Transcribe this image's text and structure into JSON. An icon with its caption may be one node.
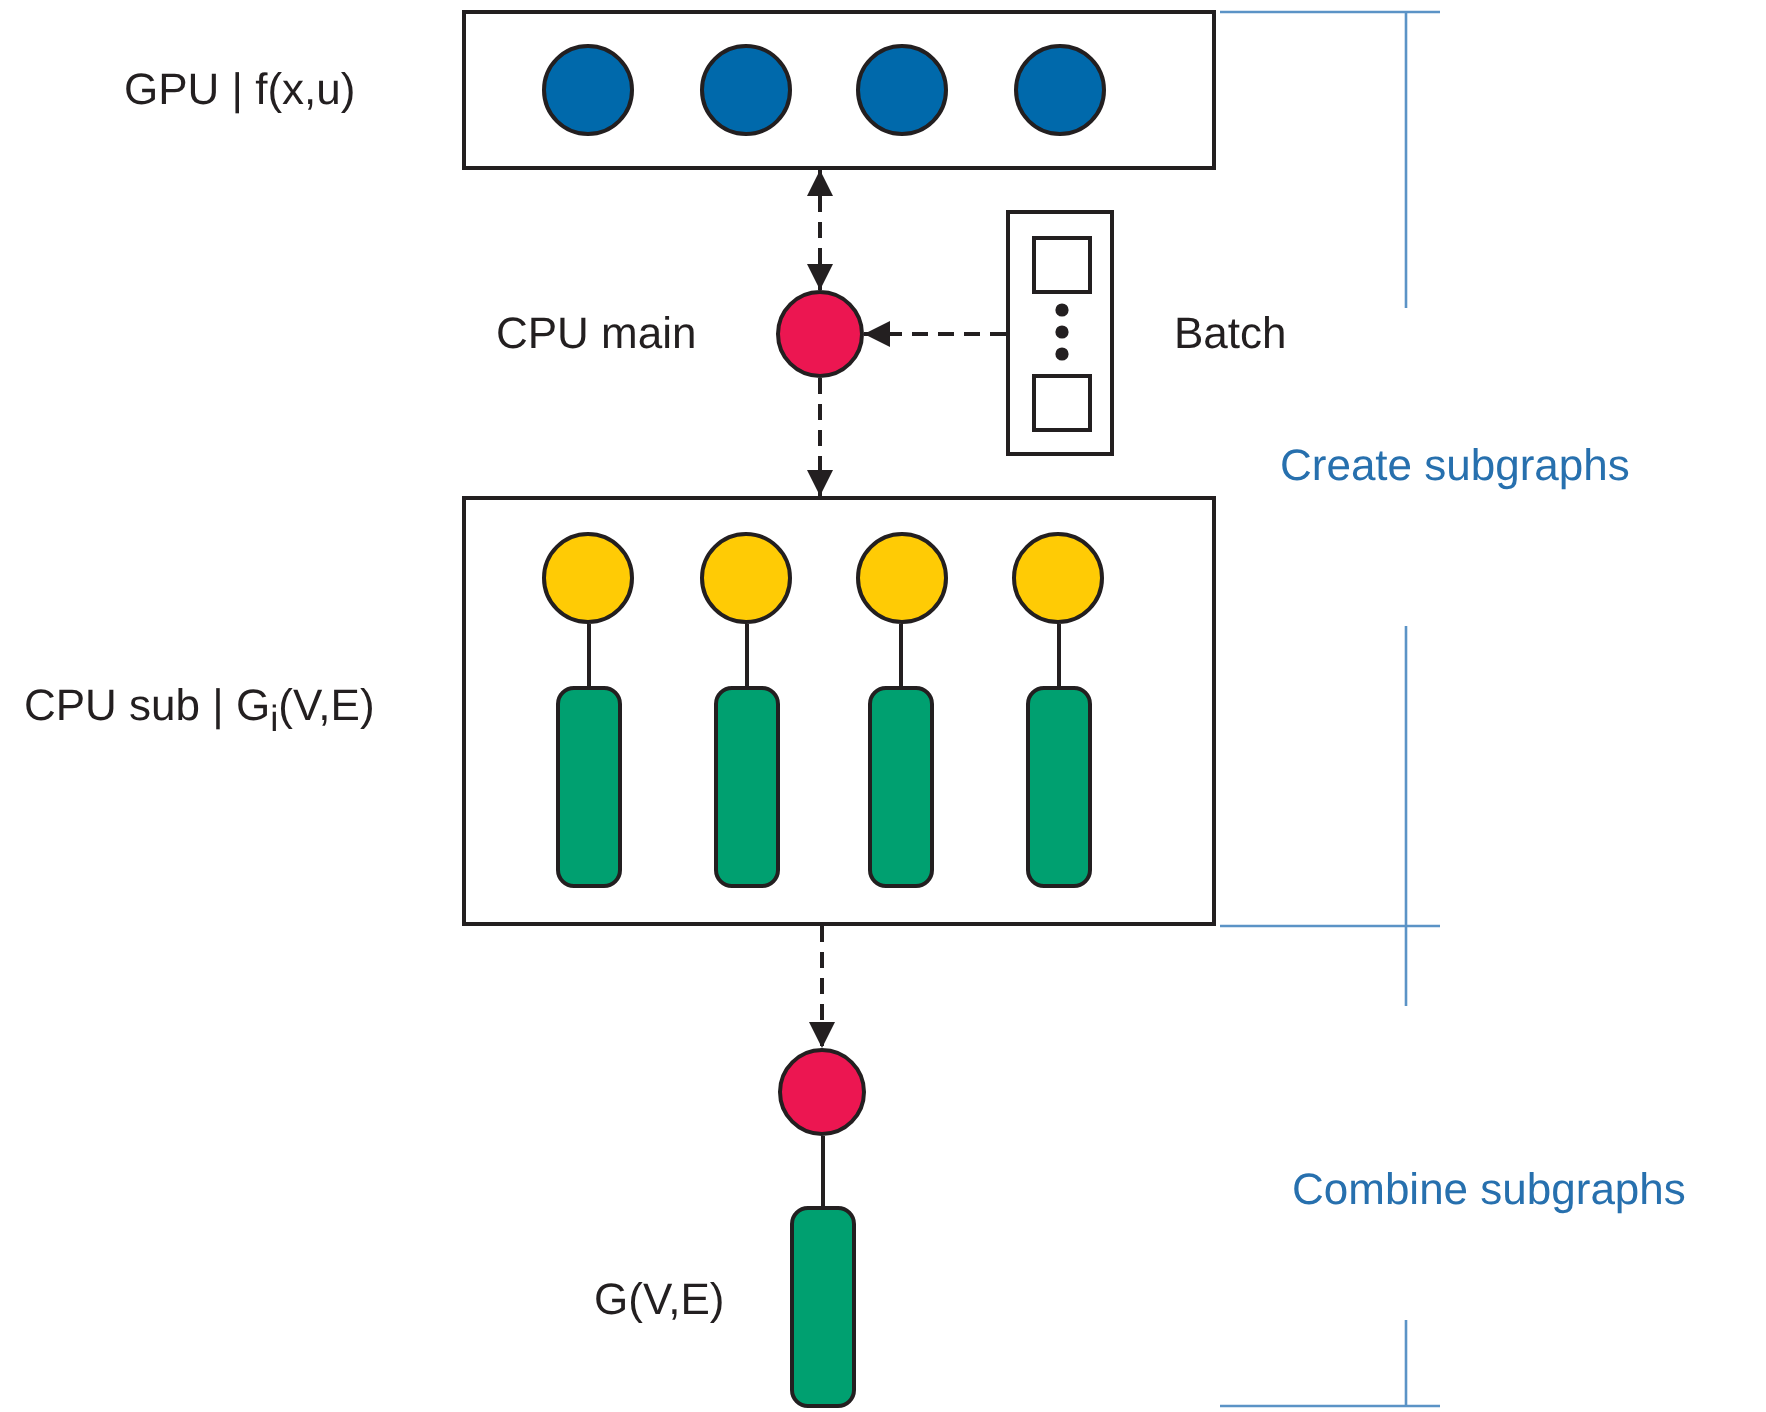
{
  "diagram": {
    "nodes": [
      {
        "text": [
          "GPU | f(x,u)"
        ]
      },
      {
        "text": [],
        "shape": "circle",
        "in": 0
      },
      {
        "text": [],
        "shape": "circle",
        "in": 0
      },
      {
        "text": [],
        "shape": "circle",
        "in": 0
      },
      {
        "text": [],
        "shape": "circle",
        "in": 0
      },
      {
        "text": [
          "CPU main"
        ]
      },
      {
        "text": [
          "Batch"
        ]
      },
      {
        "text": [],
        "shape": "box",
        "in": 6
      },
      {
        "text": [],
        "shape": "box",
        "in": 6
      },
      {
        "text": [
          "CPU sub | G$_{i}$(V,E)"
        ]
      },
      {
        "text": [],
        "shape": "circle",
        "in": 9
      },
      {
        "text": [],
        "shape": "circle",
        "in": 9
      },
      {
        "text": [],
        "shape": "circle",
        "in": 9
      },
      {
        "text": [],
        "shape": "circle",
        "in": 9
      },
      {
        "text": [],
        "shape": "bar",
        "in": 9
      },
      {
        "text": [],
        "shape": "bar",
        "in": 9
      },
      {
        "text": [],
        "shape": "bar",
        "in": 9
      },
      {
        "text": [],
        "shape": "bar",
        "in": 9
      },
      {
        "text": [],
        "shape": "circle"
      },
      {
        "text": [
          "G(V,E)"
        ]
      }
    ],
    "edges": [
      {
        "from": 0,
        "to": 5,
        "arrow": "both",
        "style": "dashed"
      },
      {
        "from": 6,
        "to": 5,
        "arrow": "to",
        "style": "dashed"
      },
      {
        "from": 5,
        "to": 9,
        "arrow": "to",
        "style": "dashed"
      },
      {
        "from": 10,
        "to": 14,
        "arrow": "none"
      },
      {
        "from": 11,
        "to": 15,
        "arrow": "none"
      },
      {
        "from": 12,
        "to": 16,
        "arrow": "none"
      },
      {
        "from": 13,
        "to": 17,
        "arrow": "none"
      },
      {
        "from": 9,
        "to": 18,
        "arrow": "to",
        "style": "dashed"
      },
      {
        "from": 18,
        "to": 19,
        "arrow": "none"
      }
    ],
    "labels": [
      "Create subgraphs",
      "Combine subgraphs"
    ]
  }
}
